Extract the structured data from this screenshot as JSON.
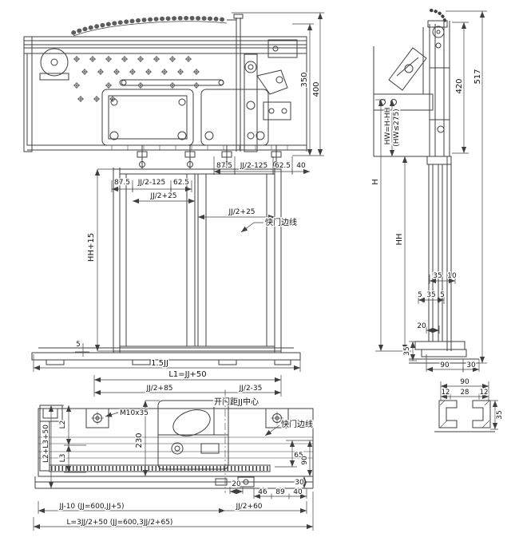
{
  "meta": {
    "background": "#ffffff",
    "line_color": "#3f3f3f",
    "text_color": "#141414"
  },
  "views": {
    "front": {
      "d350": "350",
      "d400": "400",
      "d875_r": "87.5",
      "djj2m125_r": "JJ/2-125",
      "d625_r": "62.5",
      "d40_r": "40",
      "d875_l": "87.5",
      "djj2m125_l": "JJ/2-125",
      "d625_l": "62.5",
      "djj2p25_l": "JJ/2+25",
      "djj2p25_r": "JJ/2+25",
      "door_edge_label": "快门边线",
      "dhh15": "HH+15",
      "d5": "5",
      "d15jj": "1.5JJ"
    },
    "side": {
      "d517": "517",
      "d420": "420",
      "dhw": "HW=H-HH",
      "dhw_max": "(HW≤275)",
      "dh": "H",
      "dhh": "HH",
      "d35_top": "35",
      "d10": "10",
      "d5_l": "5",
      "d35_mid": "35",
      "d5_r": "5",
      "d20": "20",
      "d35_bot": "35",
      "d90": "90",
      "d30": "30"
    },
    "plan": {
      "dl1": "L1=JJ+50",
      "djj2p85": "JJ/2+85",
      "djj2m35": "JJ/2-35",
      "bolt_label": "M10x35",
      "center_label": "开门距JJ中心",
      "d230": "230",
      "dl2l3": "L2+L3+50",
      "dl2": "L2",
      "dl3": "L3",
      "door_edge_label": "快门边线",
      "d65": "65",
      "d90": "90",
      "d30": "30",
      "d20": "20",
      "d46": "46",
      "d89": "89",
      "d40": "40",
      "djj2p60": "JJ/2+60",
      "djjm10": "JJ-10 (JJ=600,JJ+5)",
      "dltotal": "L=3JJ/2+50 (JJ=600,3JJ/2+65)"
    },
    "detail": {
      "d90": "90",
      "d12_l": "12",
      "d28": "28",
      "d12_r": "12",
      "d35": "35"
    }
  }
}
